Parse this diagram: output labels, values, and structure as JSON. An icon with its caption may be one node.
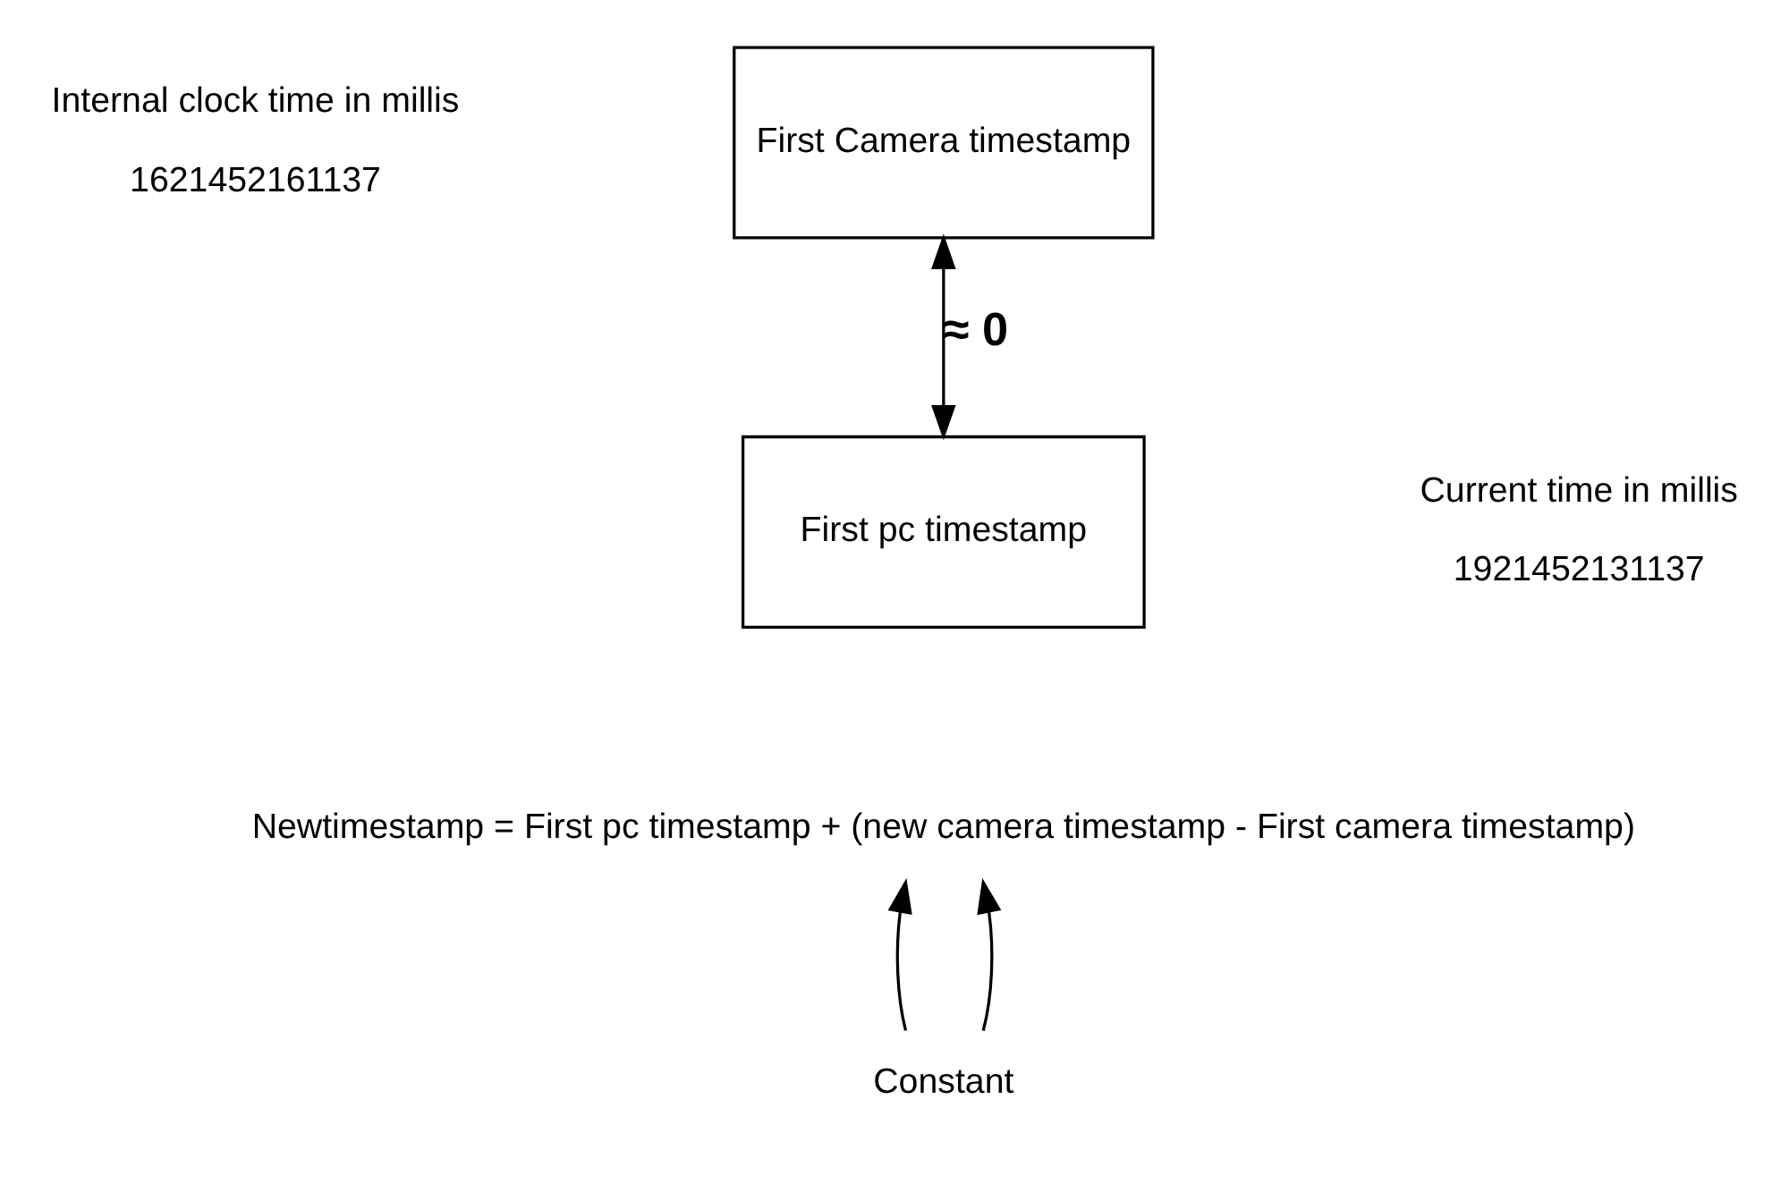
{
  "diagram": {
    "nodes": [
      {
        "text": [
          "First Camera timestamp"
        ],
        "beside": [
          "Internal clock time in millis",
          "1621452161137"
        ]
      },
      {
        "text": [
          "First pc timestamp"
        ],
        "beside": [
          "Current time in millis",
          "1921452131137"
        ]
      },
      {
        "text": [
          "Newtimestamp = First pc timestamp + (new camera timestamp - First camera timestamp)"
        ]
      },
      {
        "text": [
          "Constant"
        ]
      }
    ],
    "edges": [
      {
        "from": 0,
        "to": 1,
        "arrow": "both",
        "label": "≈ 0"
      },
      {
        "from": 3,
        "to": 2,
        "arrow": "to"
      },
      {
        "from": 3,
        "to": 2,
        "arrow": "to"
      }
    ]
  }
}
